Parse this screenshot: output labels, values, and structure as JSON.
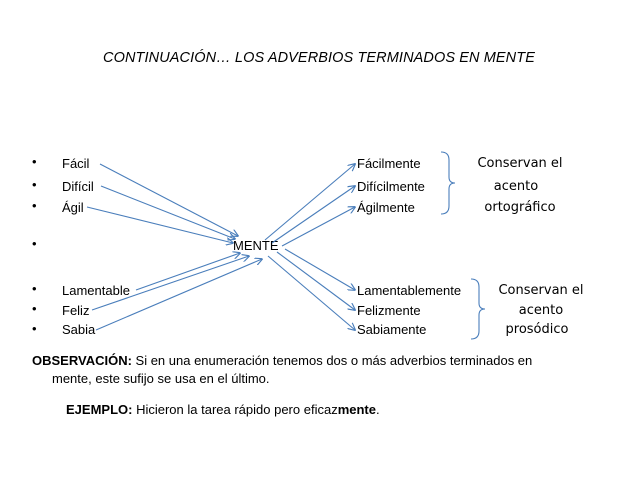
{
  "title": "CONTINUACIÓN… LOS ADVERBIOS TERMINADOS EN MENTE",
  "bullet_char": "•",
  "center_word": "MENTE",
  "left_group_1": [
    "Fácil",
    "Difícil",
    "Ágil"
  ],
  "left_group_2": [
    "Lamentable",
    "Feliz",
    "Sabia"
  ],
  "right_group_1": [
    "Fácilmente",
    "Difícilmente",
    "Ágilmente"
  ],
  "right_group_2": [
    "Lamentablemente",
    "Felizmente",
    "Sabiamente"
  ],
  "note_1": [
    "Conservan el",
    "acento",
    "ortográfico"
  ],
  "note_2": [
    "Conservan el",
    "acento",
    "prosódico"
  ],
  "observation": {
    "label": "OBSERVACIÓN:",
    "text_line1": " Si en una enumeración tenemos dos o más adverbios terminados en",
    "text_line2": "mente, este sufijo  se usa en el último."
  },
  "example": {
    "label": "EJEMPLO:",
    "text": " Hicieron la tarea rápido pero eficaz",
    "bold_end": "mente",
    "period": "."
  },
  "colors": {
    "arrow": "#4a7ebb",
    "text": "#000000"
  }
}
